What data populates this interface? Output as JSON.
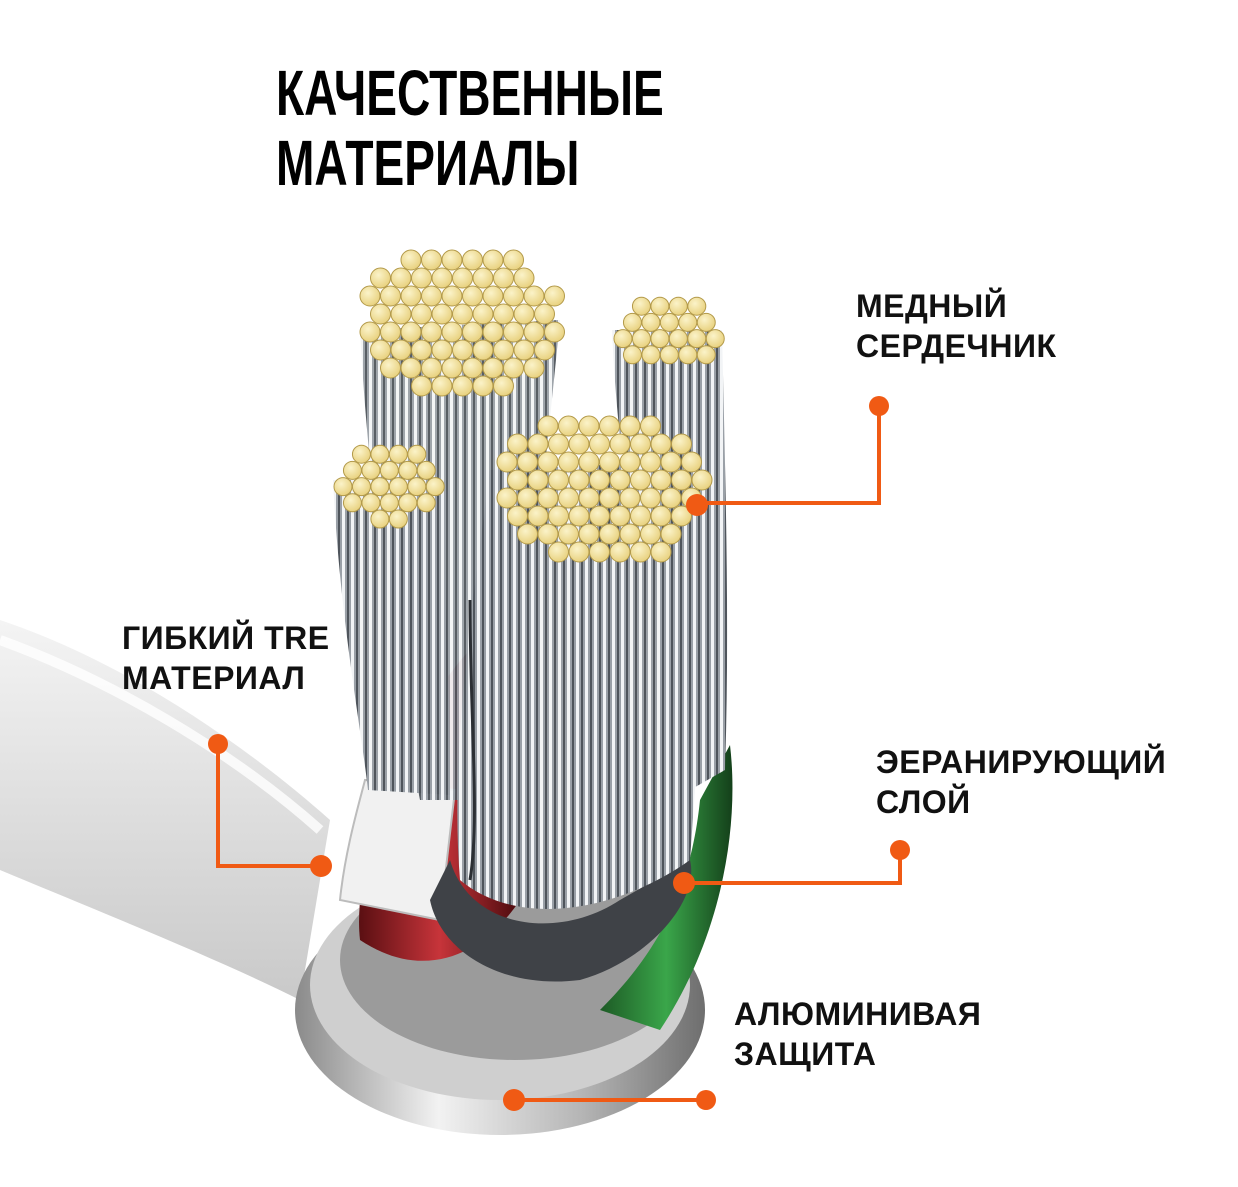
{
  "title": {
    "line1": "КАЧЕСТВЕННЫЕ",
    "line2": "МАТЕРИАЛЫ"
  },
  "labels": {
    "copper": {
      "line1": "МЕДНЫЙ",
      "line2": "СЕРДЕЧНИК"
    },
    "tpe": {
      "line1": "ГИБКИЙ TRE",
      "line2": "МАТЕРИАЛ"
    },
    "shield": {
      "line1": "ЭЕРАНИРУЮЩИЙ",
      "line2": "СЛОЙ"
    },
    "aluminum": {
      "line1": "АЛЮМИНИВАЯ",
      "line2": "ЗАЩИТА"
    }
  },
  "colors": {
    "callout": "#f05a14",
    "copper": "#f3e3a0",
    "shield": "#2e8a3a",
    "jacket": "#e9e9e9"
  }
}
